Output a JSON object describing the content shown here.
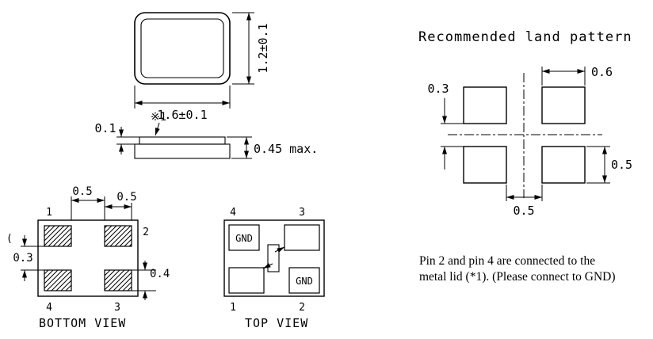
{
  "package_view": {
    "width_dim": "1.6±0.1",
    "height_dim": "1.2±0.1"
  },
  "side_view": {
    "lid_thickness_dim": "0.1",
    "lid_ref_mark": "※1",
    "height_dim": "0.45 max."
  },
  "bottom_view": {
    "title": "BOTTOM VIEW",
    "pin_top_left": "1",
    "pin_right": "2",
    "pin_bottom_right": "3",
    "pin_bottom_left": "4",
    "dim_top_left": "0.5",
    "dim_top_right": "0.5",
    "dim_left": "0.3",
    "dim_right": "0.4",
    "stray_mark": "("
  },
  "top_view": {
    "title": "TOP VIEW",
    "pin_top_left": "4",
    "pin_top_right": "3",
    "pin_bottom_left": "1",
    "pin_bottom_right": "2",
    "gnd_label_top": "GND",
    "gnd_label_bottom": "GND"
  },
  "land_pattern": {
    "title": "Recommended land pattern",
    "dim_vertical_gap": "0.3",
    "dim_pad_width": "0.6",
    "dim_pad_height": "0.5",
    "dim_horizontal_gap": "0.5"
  },
  "note": {
    "line1": "Pin 2 and pin 4 are connected to the",
    "line2": "metal lid (*1). (Please connect to GND)"
  }
}
